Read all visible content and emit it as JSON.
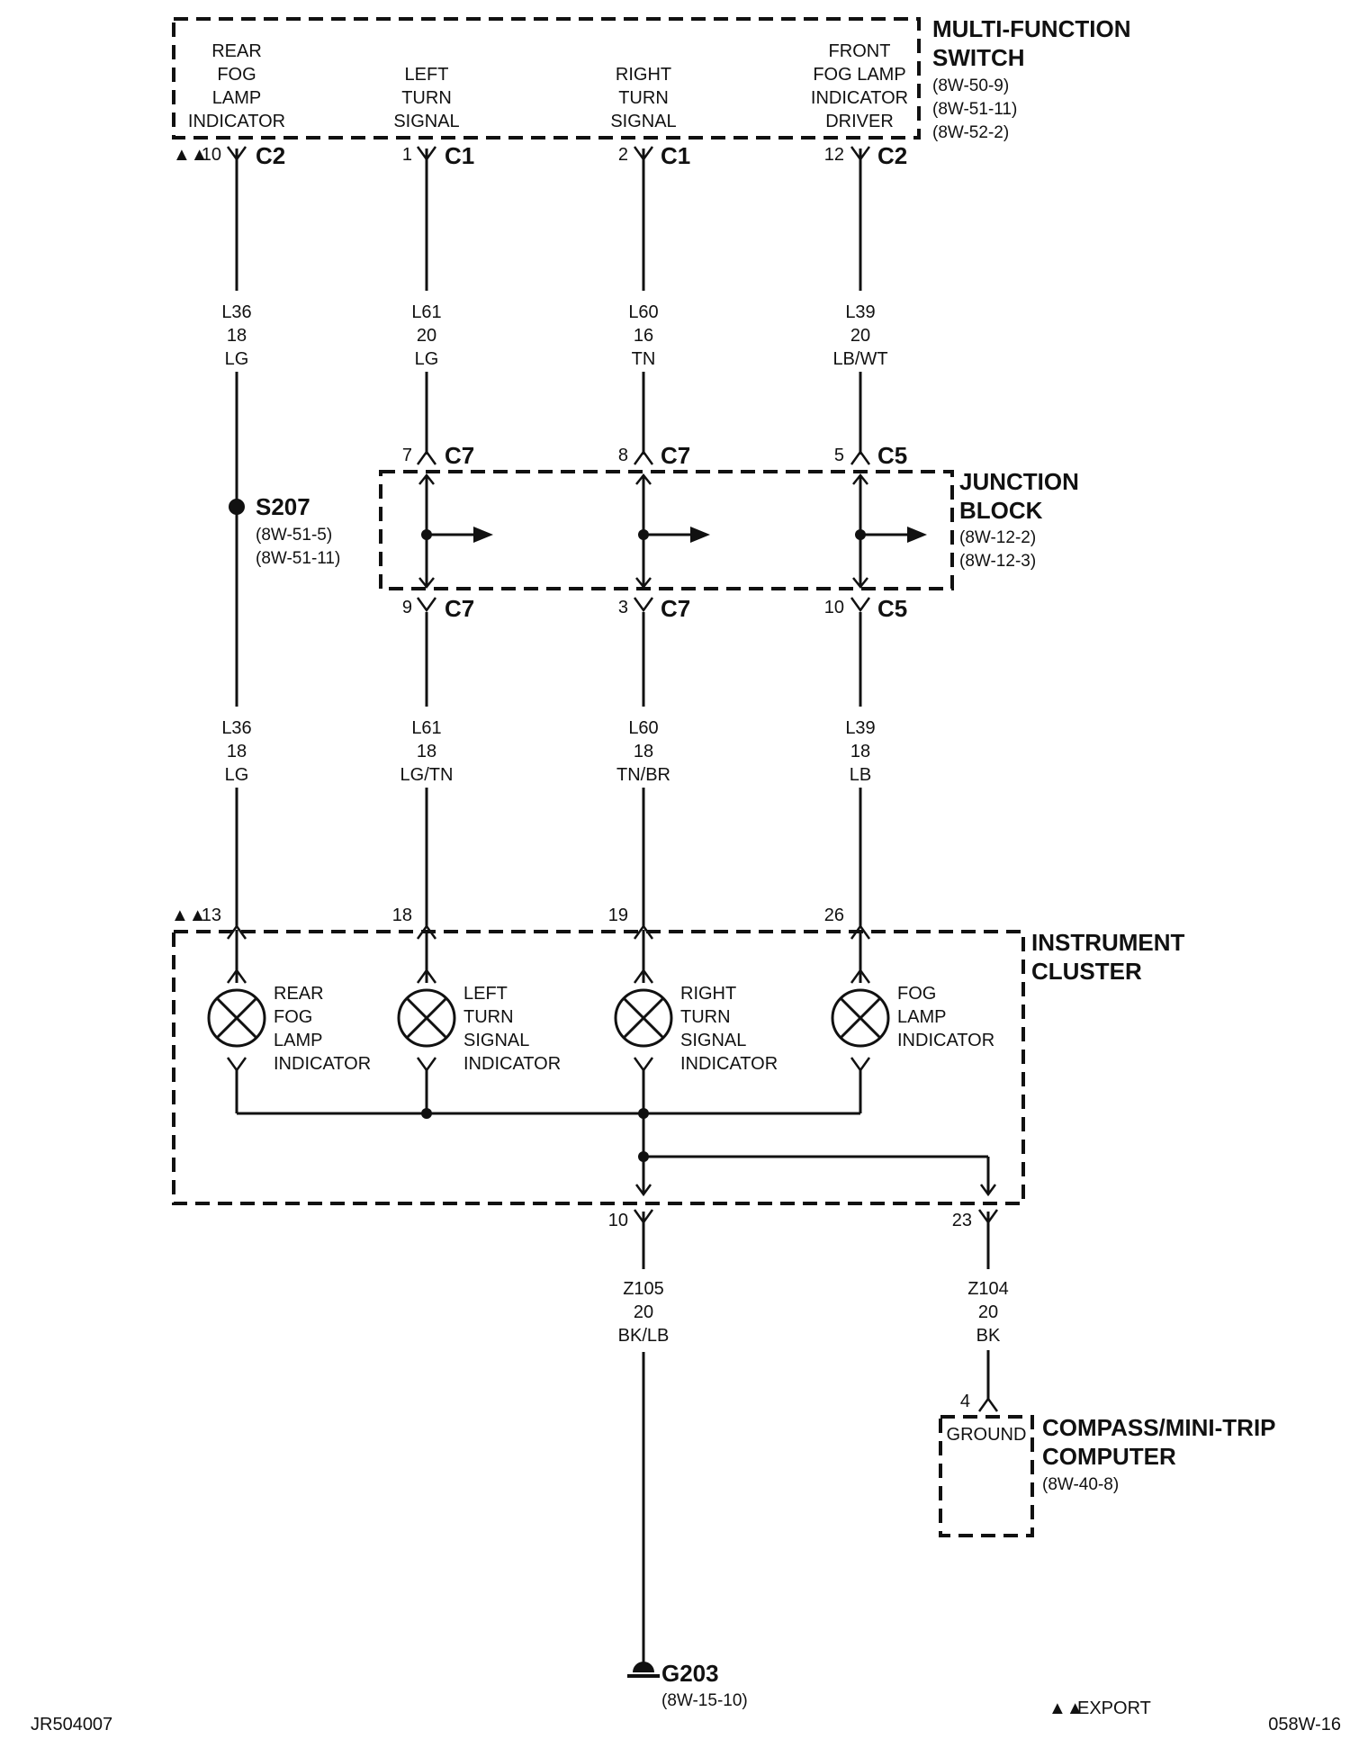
{
  "multi_function_switch": {
    "name_line1": "MULTI-FUNCTION",
    "name_line2": "SWITCH",
    "refs": [
      "(8W-50-9)",
      "(8W-51-11)",
      "(8W-52-2)"
    ],
    "functions": [
      [
        "REAR",
        "FOG",
        "LAMP",
        "INDICATOR"
      ],
      [
        "LEFT",
        "TURN",
        "SIGNAL"
      ],
      [
        "RIGHT",
        "TURN",
        "SIGNAL"
      ],
      [
        "FRONT",
        "FOG LAMP",
        "INDICATOR",
        "DRIVER"
      ]
    ],
    "pins": [
      {
        "marker": "▲▲",
        "pin": "10",
        "connector": "C2"
      },
      {
        "pin": "1",
        "connector": "C1"
      },
      {
        "pin": "2",
        "connector": "C1"
      },
      {
        "pin": "12",
        "connector": "C2"
      }
    ]
  },
  "upper_wires": [
    {
      "circuit": "L36",
      "gauge": "18",
      "color": "LG"
    },
    {
      "circuit": "L61",
      "gauge": "20",
      "color": "LG"
    },
    {
      "circuit": "L60",
      "gauge": "16",
      "color": "TN"
    },
    {
      "circuit": "L39",
      "gauge": "20",
      "color": "LB/WT"
    }
  ],
  "splice": {
    "name": "S207",
    "refs": [
      "(8W-51-5)",
      "(8W-51-11)"
    ]
  },
  "junction_block": {
    "name_line1": "JUNCTION",
    "name_line2": "BLOCK",
    "refs": [
      "(8W-12-2)",
      "(8W-12-3)"
    ],
    "in_pins": [
      {
        "pin": "7",
        "connector": "C7"
      },
      {
        "pin": "8",
        "connector": "C7"
      },
      {
        "pin": "5",
        "connector": "C5"
      }
    ],
    "out_pins": [
      {
        "pin": "9",
        "connector": "C7"
      },
      {
        "pin": "3",
        "connector": "C7"
      },
      {
        "pin": "10",
        "connector": "C5"
      }
    ]
  },
  "lower_wires": [
    {
      "circuit": "L36",
      "gauge": "18",
      "color": "LG"
    },
    {
      "circuit": "L61",
      "gauge": "18",
      "color": "LG/TN"
    },
    {
      "circuit": "L60",
      "gauge": "18",
      "color": "TN/BR"
    },
    {
      "circuit": "L39",
      "gauge": "18",
      "color": "LB"
    }
  ],
  "instrument_cluster": {
    "name_line1": "INSTRUMENT",
    "name_line2": "CLUSTER",
    "in_pins": [
      {
        "marker": "▲▲",
        "pin": "13"
      },
      {
        "pin": "18"
      },
      {
        "pin": "19"
      },
      {
        "pin": "26"
      }
    ],
    "lamps": [
      [
        "REAR",
        "FOG",
        "LAMP",
        "INDICATOR"
      ],
      [
        "LEFT",
        "TURN",
        "SIGNAL",
        "INDICATOR"
      ],
      [
        "RIGHT",
        "TURN",
        "SIGNAL",
        "INDICATOR"
      ],
      [
        "FOG",
        "LAMP",
        "INDICATOR"
      ]
    ],
    "out_pins": [
      "10",
      "23"
    ]
  },
  "ground_wires": [
    {
      "circuit": "Z105",
      "gauge": "20",
      "color": "BK/LB"
    },
    {
      "circuit": "Z104",
      "gauge": "20",
      "color": "BK"
    }
  ],
  "compass": {
    "pin": "4",
    "terminal": "GROUND",
    "name_line1": "COMPASS/MINI-TRIP",
    "name_line2": "COMPUTER",
    "ref": "(8W-40-8)"
  },
  "ground": {
    "name": "G203",
    "ref": "(8W-15-10)"
  },
  "footer": {
    "left_code": "JR504007",
    "legend_marker": "▲▲",
    "legend_text": "EXPORT",
    "right_code": "058W-16"
  }
}
